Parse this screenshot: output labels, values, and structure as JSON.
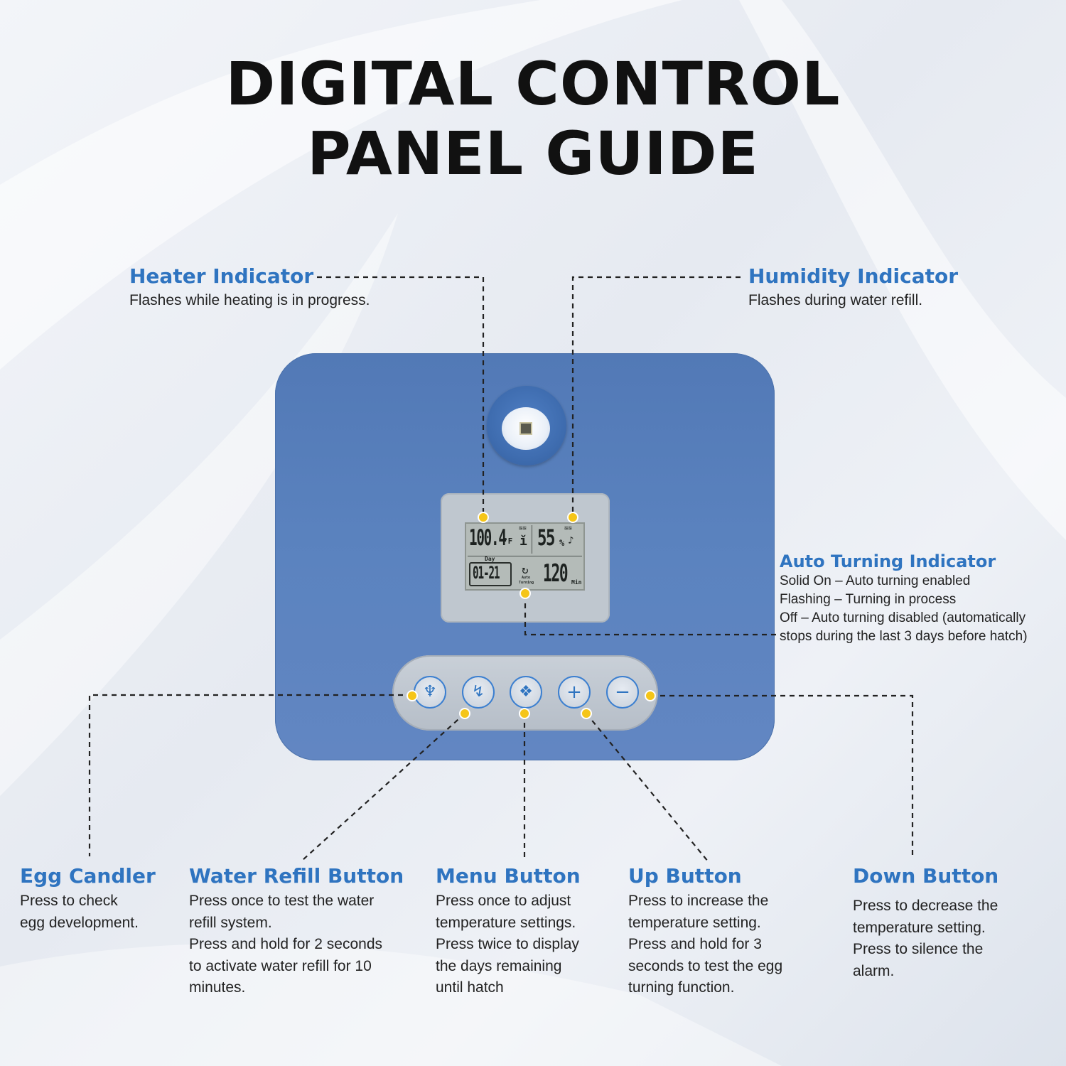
{
  "title": {
    "line1": "DIGITAL CONTROL",
    "line2": "PANEL GUIDE"
  },
  "callouts": {
    "heater": {
      "heading": "Heater Indicator",
      "desc": "Flashes while heating is in progress."
    },
    "humidity": {
      "heading": "Humidity Indicator",
      "desc": "Flashes during water refill."
    },
    "auto_turning": {
      "heading": "Auto Turning Indicator",
      "lines": [
        "Solid On – Auto turning enabled",
        "Flashing – Turning in process",
        "Off – Auto turning disabled (automatically",
        "stops during the last 3 days before hatch)"
      ]
    },
    "egg_candler": {
      "heading": "Egg Candler",
      "lines": [
        "Press to check",
        "egg development."
      ]
    },
    "water_refill": {
      "heading": "Water Refill Button",
      "lines": [
        "Press once to test the water",
        "refill system.",
        "Press and hold for 2 seconds",
        "to activate water refill for 10",
        "minutes."
      ]
    },
    "menu": {
      "heading": "Menu Button",
      "lines": [
        "Press once to adjust",
        "temperature settings.",
        "Press twice to display",
        "the days remaining",
        "until hatch"
      ]
    },
    "up": {
      "heading": "Up Button",
      "lines": [
        "Press to increase the",
        "temperature setting.",
        "Press and hold for 3",
        "seconds to test the egg",
        "turning function."
      ]
    },
    "down": {
      "heading": "Down Button",
      "lines": [
        "Press to decrease the",
        "temperature setting.",
        "Press to silence the",
        "alarm."
      ]
    }
  },
  "lcd": {
    "temperature": "100.4",
    "temp_unit": "°F",
    "humidity": "55",
    "humidity_unit": "%",
    "day_label": "Day",
    "day_value": "01-21",
    "auto_label_1": "Auto",
    "auto_label_2": "Turning",
    "turn_minutes": "120",
    "min_label": "Min"
  },
  "colors": {
    "accent": "#2f74c0",
    "panel": "#5b83bf",
    "marker": "#f5c518"
  },
  "icons": {
    "candler": "flashlight-icon",
    "water": "water-pump-icon",
    "menu": "diamond-grid-icon",
    "up": "plus-icon",
    "down": "minus-icon"
  }
}
